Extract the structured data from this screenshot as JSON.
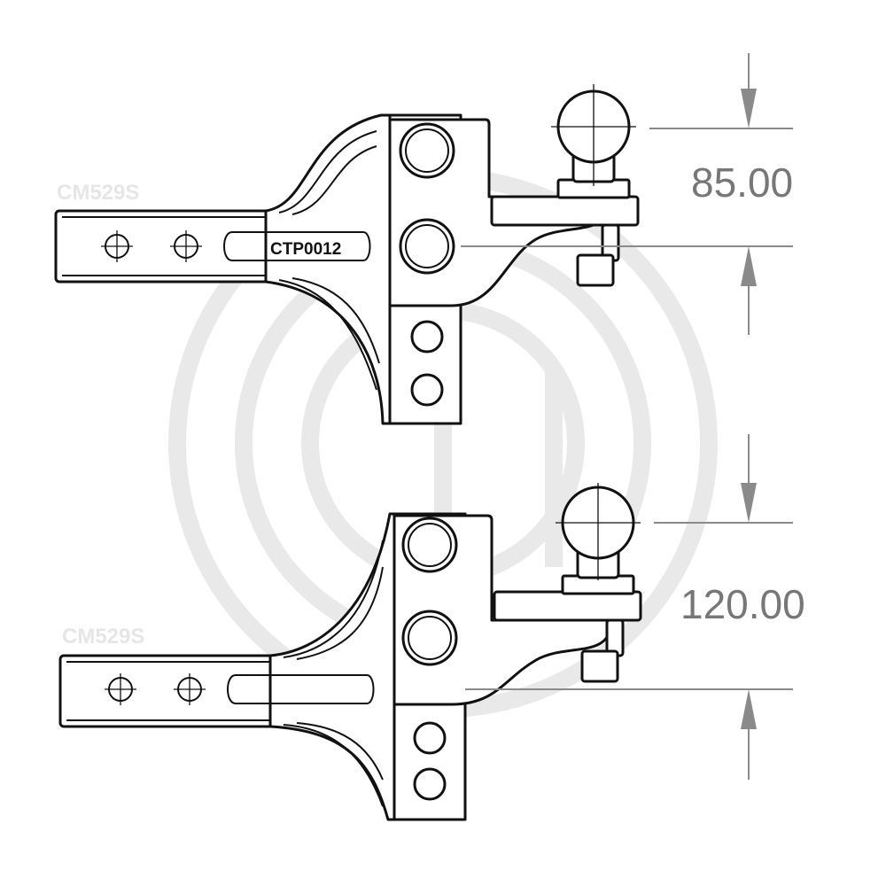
{
  "watermark": {
    "label_top": "CM529S",
    "label_bottom": "CM529S"
  },
  "top_view": {
    "part_number": "CTP0012",
    "dimension": "85.00"
  },
  "bottom_view": {
    "dimension": "120.00"
  },
  "colors": {
    "ink": "#111111",
    "dimension": "#8a8a8a",
    "watermark": "#e9e9e9"
  }
}
